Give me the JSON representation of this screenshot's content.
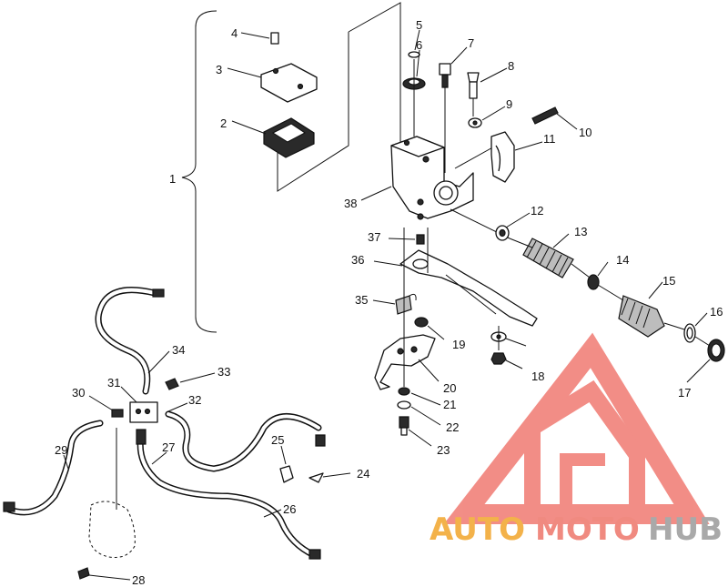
{
  "callouts": [
    "1",
    "2",
    "3",
    "4",
    "5",
    "6",
    "7",
    "8",
    "9",
    "10",
    "11",
    "12",
    "13",
    "14",
    "15",
    "16",
    "17",
    "18",
    "19",
    "20",
    "21",
    "22",
    "23",
    "24",
    "25",
    "26",
    "27",
    "28",
    "29",
    "30",
    "31",
    "32",
    "33",
    "34",
    "35",
    "36",
    "37",
    "38"
  ],
  "watermark": {
    "auto": "AUTO",
    "moto": "MOTO",
    "hub": "HUB",
    "colors": {
      "auto": "#f3b24a",
      "moto": "#f08a80",
      "hub": "#a9a9a9",
      "triangle": "#f07a72"
    }
  }
}
